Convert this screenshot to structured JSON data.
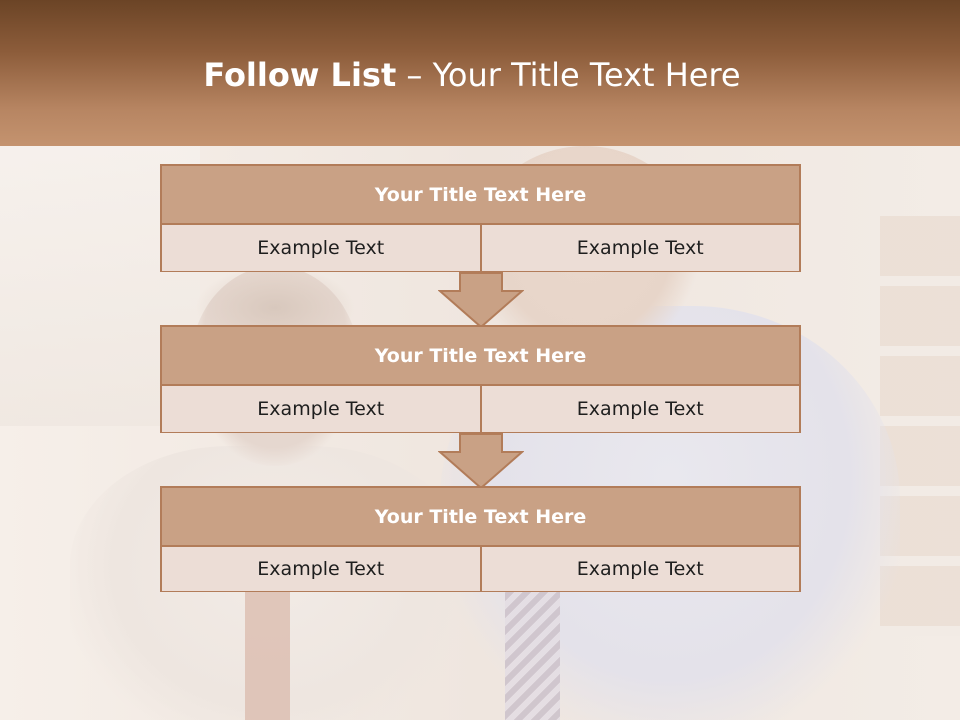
{
  "slide": {
    "title_bold": "Follow List",
    "title_rest": "– Your Title Text Here"
  },
  "blocks": [
    {
      "title": "Your Title Text Here",
      "cells": [
        "Example Text",
        "Example Text"
      ]
    },
    {
      "title": "Your Title Text Here",
      "cells": [
        "Example Text",
        "Example Text"
      ]
    },
    {
      "title": "Your Title Text Here",
      "cells": [
        "Example Text",
        "Example Text"
      ]
    }
  ],
  "colors": {
    "header_gradient_top": "#6b4426",
    "header_gradient_bottom": "#c4936f",
    "block_header": "#c9a185",
    "block_cell": "#ecddd6",
    "border": "#b27c59",
    "arrow_fill": "#c9a185"
  }
}
